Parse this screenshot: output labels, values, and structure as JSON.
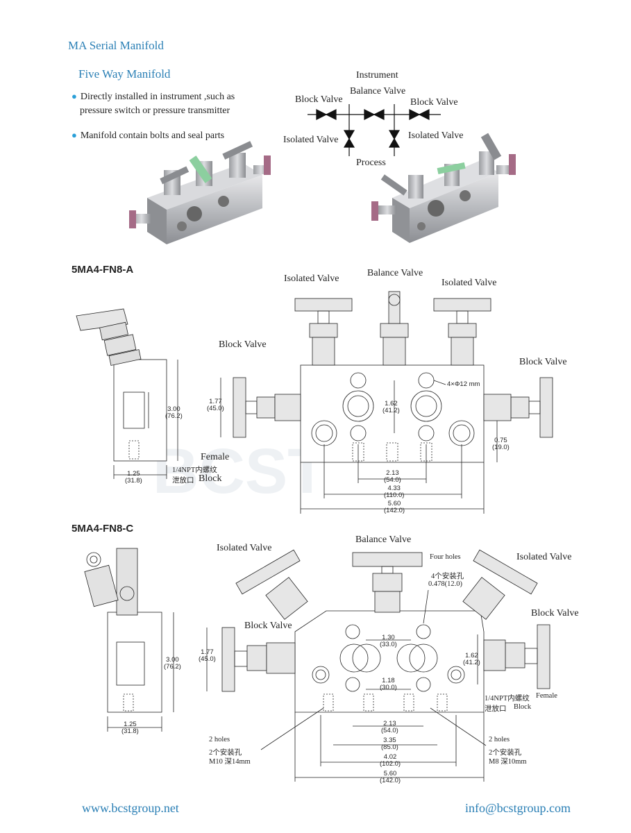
{
  "header": {
    "title": "MA Serial Manifold",
    "subtitle": "Five Way Manifold"
  },
  "bullets": [
    "Directly installed in instrument ,such as",
    "pressure switch or pressure transmitter",
    "Manifold contain bolts and seal parts"
  ],
  "schematic": {
    "instrument": "Instrument",
    "balance_valve": "Balance Valve",
    "block_valve_left": "Block Valve",
    "block_valve_right": "Block Valve",
    "isolated_valve_left": "Isolated Valve",
    "isolated_valve_right": "Isolated Valve",
    "process": "Process"
  },
  "model_a": {
    "name": "5MA4-FN8-A",
    "isolated_left": "Isolated Valve",
    "balance": "Balance Valve",
    "isolated_right": "Isolated Valve",
    "block_left": "Block Valve",
    "block_right": "Block Valve",
    "female": "Female",
    "npt_cn": "1/4NPT内螺纹",
    "drain_cn": "泄放口",
    "block": "Block",
    "holes": "4×Φ12 mm",
    "side_h": [
      "3.00",
      "(76.2)"
    ],
    "side_w": [
      "1.25",
      "(31.8)"
    ],
    "d_177": [
      "1.77",
      "(45.0)"
    ],
    "d_162": [
      "1.62",
      "(41.2)"
    ],
    "d_075": [
      "0.75",
      "(19.0)"
    ],
    "d_213": [
      "2.13",
      "(54.0)"
    ],
    "d_433": [
      "4.33",
      "(110.0)"
    ],
    "d_560": [
      "5.60",
      "(142.0)"
    ]
  },
  "model_c": {
    "name": "5MA4-FN8-C",
    "balance": "Balance Valve",
    "isolated_left": "Isolated Valve",
    "isolated_right": "Isolated Valve",
    "block_left": "Block Valve",
    "block_right": "Block Valve",
    "four_holes": "Four holes",
    "four_holes_cn": "4个安装孔",
    "four_holes_dim": "0.478(12.0)",
    "npt_cn": "1/4NPT内螺纹",
    "female": "Female",
    "drain_cn": "泄放口",
    "block": "Block",
    "two_holes_left": "2 holes",
    "two_holes_left_cn": "2个安装孔",
    "two_holes_left_spec": "M10 深14mm",
    "two_holes_right": "2 holes",
    "two_holes_right_cn": "2个安装孔",
    "two_holes_right_spec": "M8 深10mm",
    "side_h": [
      "3.00",
      "(76.2)"
    ],
    "side_w": [
      "1.25",
      "(31.8)"
    ],
    "d_177": [
      "1.77",
      "(45.0)"
    ],
    "d_130": [
      "1.30",
      "(33.0)"
    ],
    "d_162": [
      "1.62",
      "(41.2)"
    ],
    "d_118": [
      "1.18",
      "(30.0)"
    ],
    "d_213": [
      "2.13",
      "(54.0)"
    ],
    "d_335": [
      "3.35",
      "(85.0)"
    ],
    "d_402": [
      "4.02",
      "(102.0)"
    ],
    "d_560": [
      "5.60",
      "(142.0)"
    ]
  },
  "footer": {
    "website": "www.bcstgroup.net",
    "email": "info@bcstgroup.com"
  }
}
